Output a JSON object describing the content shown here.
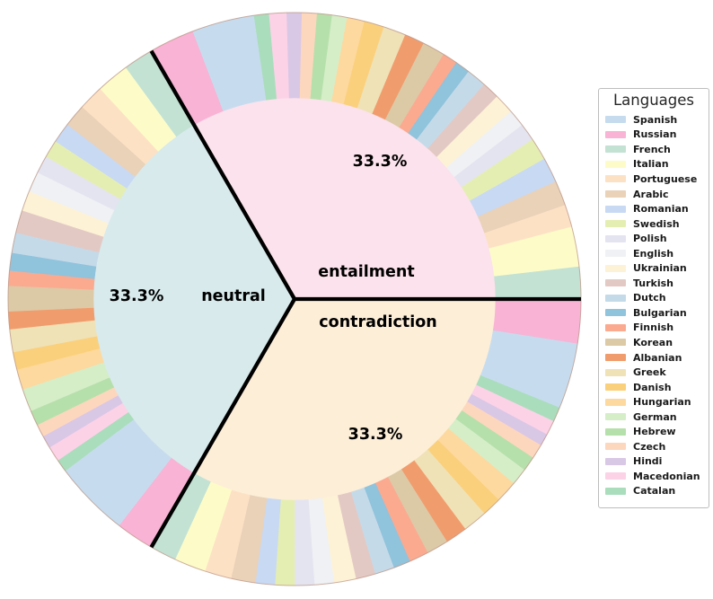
{
  "chart_data": {
    "type": "pie",
    "variant": "nested-donut",
    "background": "#ffffff",
    "divider_color": "#000000",
    "outer_outline_color": "#bf9c8d",
    "direction": "counterclockwise",
    "start_angle_deg": 0,
    "inner_wedges": [
      {
        "label": "entailment",
        "value": 33.3,
        "percent_label": "33.3%",
        "color": "#fce2ec",
        "start_deg": 0,
        "end_deg": 120
      },
      {
        "label": "neutral",
        "value": 33.3,
        "percent_label": "33.3%",
        "color": "#d8eaec",
        "start_deg": 120,
        "end_deg": 240
      },
      {
        "label": "contradiction",
        "value": 33.3,
        "percent_label": "33.3%",
        "color": "#fdeed8",
        "start_deg": 240,
        "end_deg": 360
      }
    ],
    "legend": {
      "title": "Languages",
      "position": "right"
    },
    "languages": [
      {
        "name": "Spanish",
        "color": "#c6dcee"
      },
      {
        "name": "Russian",
        "color": "#f9b3d5"
      },
      {
        "name": "French",
        "color": "#c3e2d4"
      },
      {
        "name": "Italian",
        "color": "#fdfcc8"
      },
      {
        "name": "Portuguese",
        "color": "#fde1c5"
      },
      {
        "name": "Arabic",
        "color": "#e9d2b8"
      },
      {
        "name": "Romanian",
        "color": "#c8d9f4"
      },
      {
        "name": "Swedish",
        "color": "#e5eeb2"
      },
      {
        "name": "Polish",
        "color": "#e4e4f0"
      },
      {
        "name": "English",
        "color": "#eff1f4"
      },
      {
        "name": "Ukrainian",
        "color": "#fdf2d6"
      },
      {
        "name": "Turkish",
        "color": "#e3c9c4"
      },
      {
        "name": "Dutch",
        "color": "#c5dae8"
      },
      {
        "name": "Bulgarian",
        "color": "#90c3dc"
      },
      {
        "name": "Finnish",
        "color": "#fbaa90"
      },
      {
        "name": "Korean",
        "color": "#dccaa7"
      },
      {
        "name": "Albanian",
        "color": "#f19c6d"
      },
      {
        "name": "Greek",
        "color": "#efe2b7"
      },
      {
        "name": "Danish",
        "color": "#fbd07c"
      },
      {
        "name": "Hungarian",
        "color": "#fdd99f"
      },
      {
        "name": "German",
        "color": "#d5eec8"
      },
      {
        "name": "Hebrew",
        "color": "#b6e0ab"
      },
      {
        "name": "Czech",
        "color": "#fdd7bd"
      },
      {
        "name": "Hindi",
        "color": "#d9c7e6"
      },
      {
        "name": "Macedonian",
        "color": "#fcd2e7"
      },
      {
        "name": "Catalan",
        "color": "#aaddbc"
      }
    ],
    "ring_order": [
      "French",
      "Italian",
      "Portuguese",
      "Arabic",
      "Romanian",
      "Swedish",
      "Polish",
      "English",
      "Ukrainian",
      "Turkish",
      "Dutch",
      "Bulgarian",
      "Finnish",
      "Korean",
      "Albanian",
      "Greek",
      "Danish",
      "Hungarian",
      "German",
      "Hebrew",
      "Czech",
      "Hindi",
      "Macedonian",
      "Catalan",
      "Spanish",
      "Russian"
    ],
    "ring_weights": {
      "entailment": [
        6.5,
        8,
        4.5,
        5,
        5,
        4.5,
        3.5,
        3.5,
        4,
        3.5,
        4,
        3,
        3,
        4.5,
        4,
        4.5,
        4,
        3.5,
        3,
        3,
        3,
        3,
        3.5,
        3,
        12.5,
        9
      ],
      "neutral": [
        6,
        6.5,
        5,
        4.5,
        4,
        3.5,
        3.5,
        4,
        4,
        4.5,
        4,
        3.5,
        3,
        5,
        3.5,
        4.5,
        3.5,
        4,
        4.5,
        3,
        2.5,
        2.5,
        3,
        2.5,
        15,
        7.5
      ],
      "contradiction": [
        5.5,
        6.5,
        5.5,
        5,
        4,
        4,
        4,
        4,
        4.5,
        4,
        4,
        3.5,
        4,
        4.5,
        4.5,
        5,
        4,
        4.5,
        3.5,
        3,
        3,
        2.5,
        3,
        3,
        13.5,
        9
      ]
    }
  }
}
